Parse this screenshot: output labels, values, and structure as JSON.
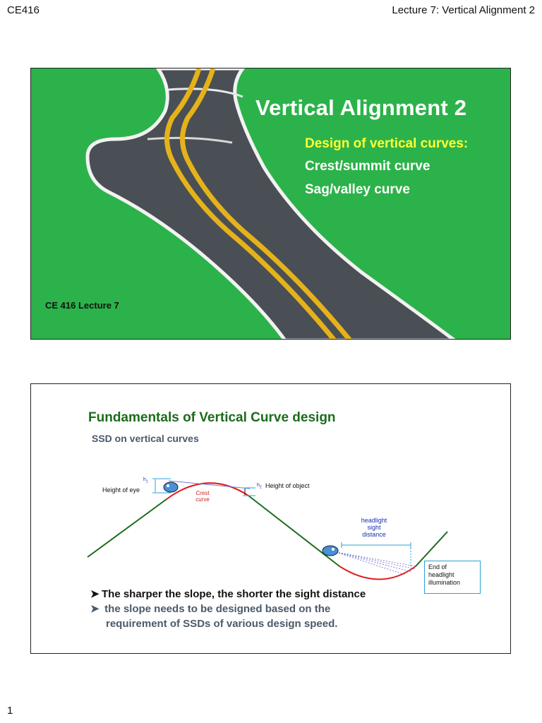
{
  "header": {
    "left": "CE416",
    "right": "Lecture 7: Vertical Alignment 2"
  },
  "page_number": "1",
  "slide1": {
    "title": "Vertical Alignment 2",
    "subtitle_design": "Design of vertical curves:",
    "item_crest": "Crest/summit curve",
    "item_sag": "Sag/valley curve",
    "footer": "CE 416 Lecture 7"
  },
  "slide2": {
    "title": "Fundamentals of Vertical Curve design",
    "subtitle": "SSD on vertical curves",
    "labels": {
      "height_of_eye": "Height of eye",
      "height_of_object": "Height of object",
      "h1": "h",
      "h1_sub": "1",
      "h2": "h",
      "h2_sub": "2",
      "crest_curve_1": "Crest",
      "crest_curve_2": "curve",
      "headlight_1": "headlight",
      "headlight_2": "sight",
      "headlight_3": "distance",
      "end_1": "End of",
      "end_2": "headlight",
      "end_3": "illumination"
    },
    "bullet_marker": "➤",
    "bullet1": "The sharper the slope, the shorter the sight distance",
    "bullet2_line1": " the slope needs to be designed based on the",
    "bullet2_line2": "requirement of SSDs of various design speed."
  }
}
